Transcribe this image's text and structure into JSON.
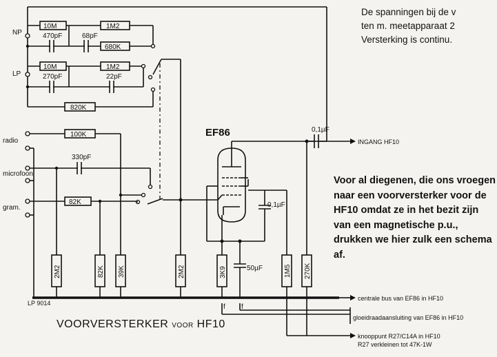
{
  "top_note": {
    "line1": "De spanningen bij de v",
    "line2": "ten m. meetapparaat 2",
    "line3": "Versterking is continu."
  },
  "tube_label": "EF86",
  "inputs": {
    "np": "NP",
    "lp": "LP",
    "radio": "radio",
    "microfoon": "microfoon",
    "gram": "gram."
  },
  "components": {
    "r_10m_a": "10M",
    "r_1m2_a": "1M2",
    "c_470pf": "470pF",
    "c_68pf": "68pF",
    "r_680k": "680K",
    "r_10m_b": "10M",
    "r_1m2_b": "1M2",
    "c_270pf": "270pF",
    "c_22pf": "22pF",
    "r_820k": "820K",
    "r_100k": "100K",
    "c_330pf": "330pF",
    "r_82k_series": "82K",
    "r_2m2_left": "2M2",
    "r_82k_shunt": "82K",
    "r_39k": "39K",
    "r_2m2_mid": "2M2",
    "r_3k9": "3K9",
    "c_50uf": "50µF",
    "r_1m5": "1M5",
    "r_270k": "270K",
    "c_01uf_screen": "0,1µF",
    "c_01uf_out": "0,1µF",
    "f1": "f",
    "f2": "f"
  },
  "connections": {
    "ingang": "INGANG HF10",
    "centrale_bus": "centrale bus van EF86 in HF10",
    "gloeidraad": "gloeidraadaansluiting van EF86 in HF10",
    "knooppunt": "knooppunt R27/C14A in HF10",
    "r27": "R27 verkleinen tot 47K-1W",
    "lp9014": "LP 9014"
  },
  "title": {
    "main": "VOORVERSTERKER",
    "voor": "VOOR",
    "model": "HF10"
  },
  "note": "Voor al diegenen, die ons vroegen naar een voorversterker voor de HF10 omdat ze in het bezit zijn van een magnetische p.u., drukken we hier zulk een schema af."
}
